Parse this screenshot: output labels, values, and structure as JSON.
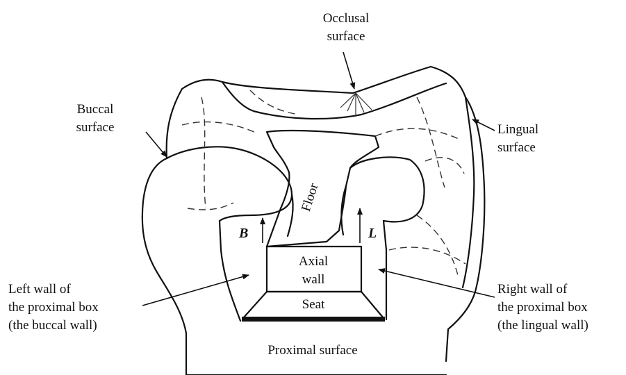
{
  "labels": {
    "occlusal": [
      "Occlusal",
      "surface"
    ],
    "buccal": [
      "Buccal",
      "surface"
    ],
    "lingual": [
      "Lingual",
      "surface"
    ],
    "floor": "Floor",
    "b_marker": "B",
    "l_marker": "L",
    "axial": [
      "Axial",
      "wall"
    ],
    "seat": "Seat",
    "left_wall": [
      "Left wall of",
      "the proximal box",
      "(the buccal wall)"
    ],
    "right_wall": [
      "Right wall of",
      "the proximal box",
      "(the lingual wall)"
    ],
    "proximal": "Proximal surface"
  }
}
